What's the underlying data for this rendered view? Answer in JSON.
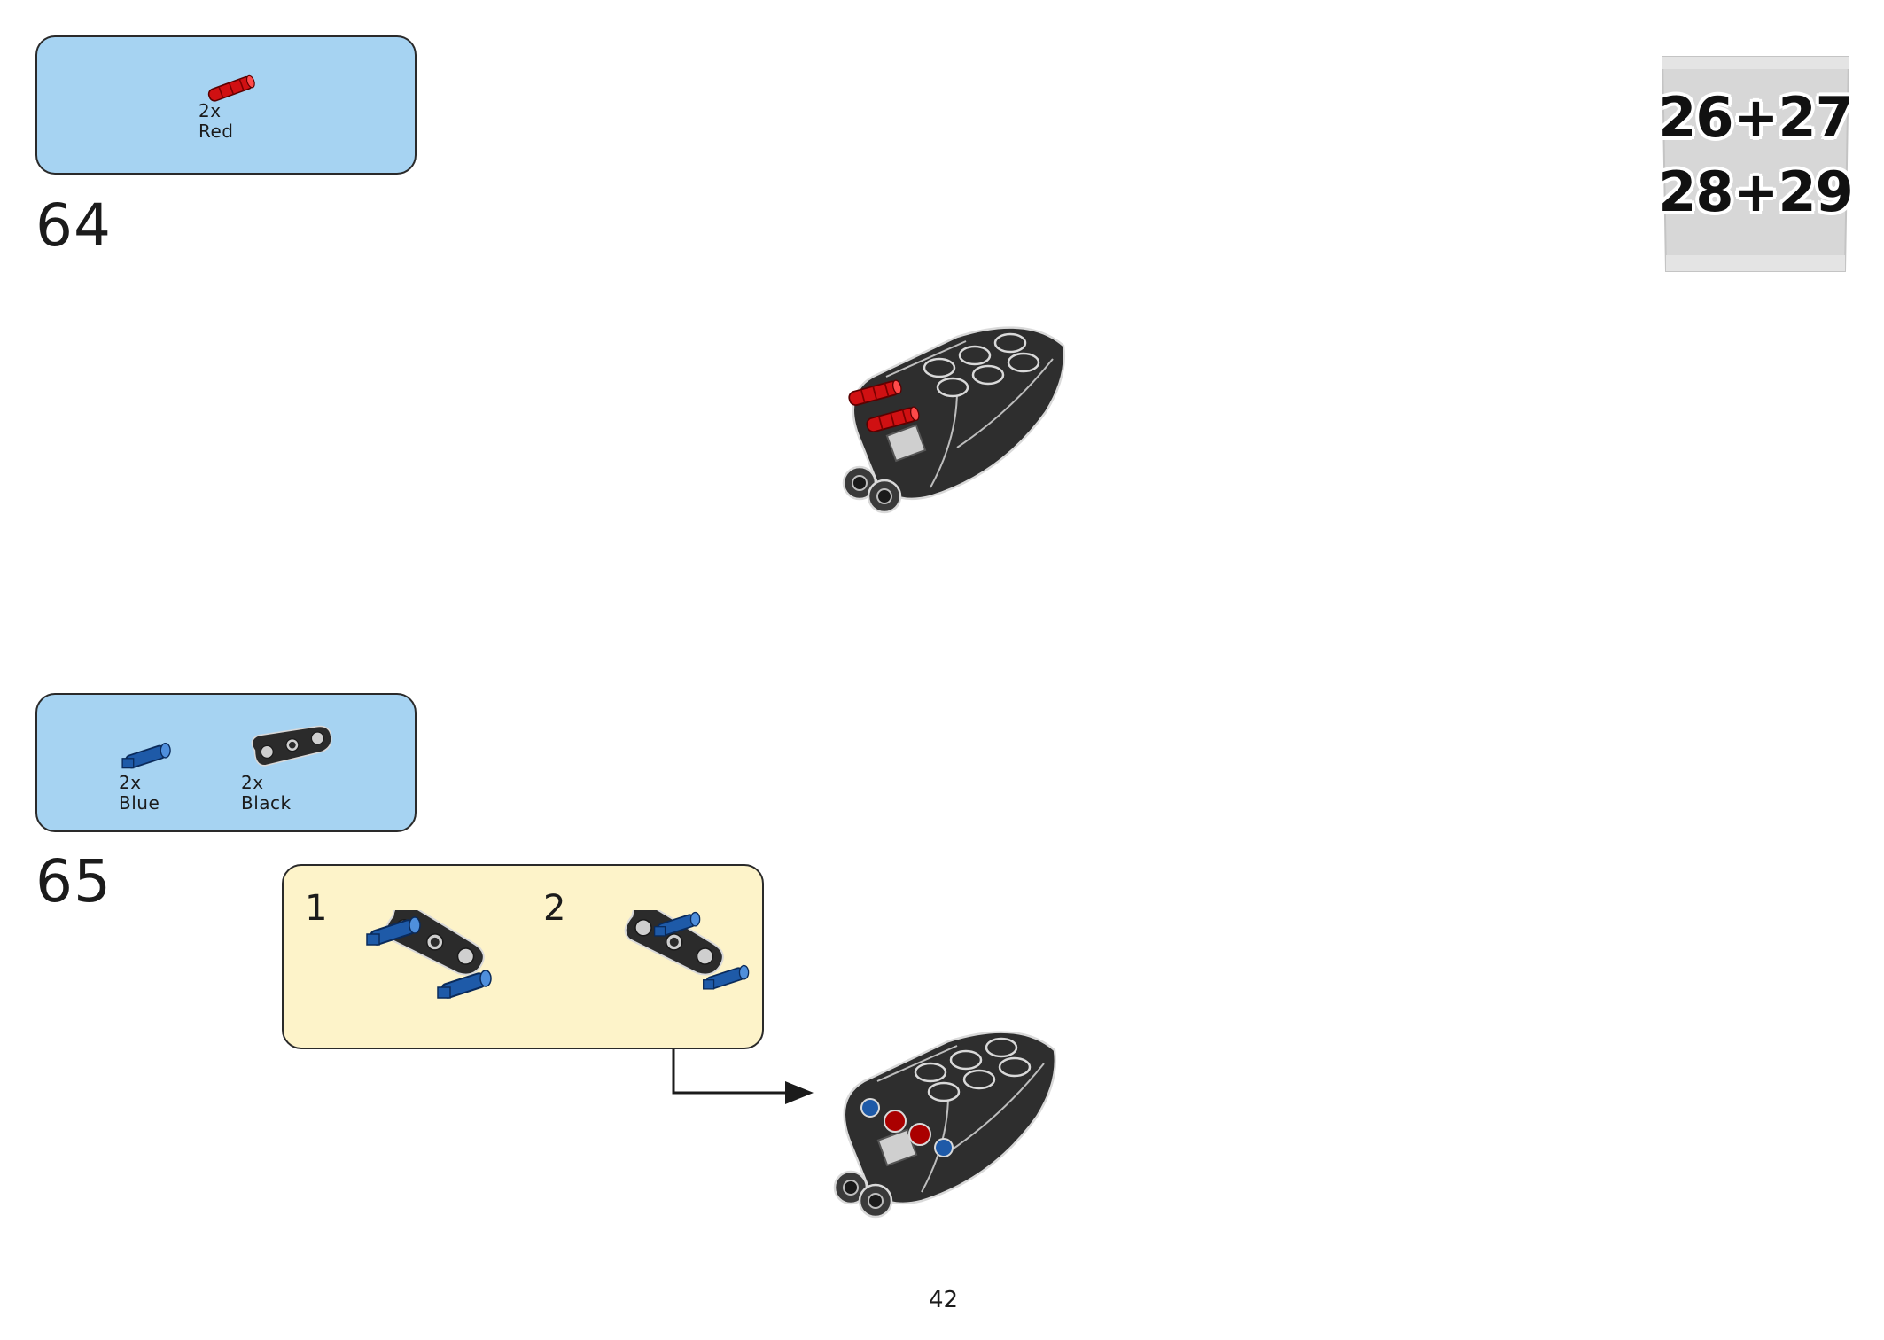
{
  "page": {
    "number": "42"
  },
  "bag": {
    "line1": "26+27",
    "line2": "28+29"
  },
  "steps": [
    {
      "number": "64",
      "parts": [
        {
          "qty": "2x",
          "color": "Red",
          "color_hex": "#d01012",
          "icon": "connector-peg-icon"
        }
      ]
    },
    {
      "number": "65",
      "parts": [
        {
          "qty": "2x",
          "color": "Blue",
          "color_hex": "#1e5aa8",
          "icon": "axle-pin-icon"
        },
        {
          "qty": "2x",
          "color": "Black",
          "color_hex": "#2b2b2b",
          "icon": "beam-3-icon"
        }
      ],
      "substeps": [
        {
          "number": "1"
        },
        {
          "number": "2"
        }
      ]
    }
  ],
  "colors": {
    "callout_blue": "#a6d3f2",
    "substep_yellow": "#fdf3c9",
    "model_black": "#2e2e2e"
  }
}
